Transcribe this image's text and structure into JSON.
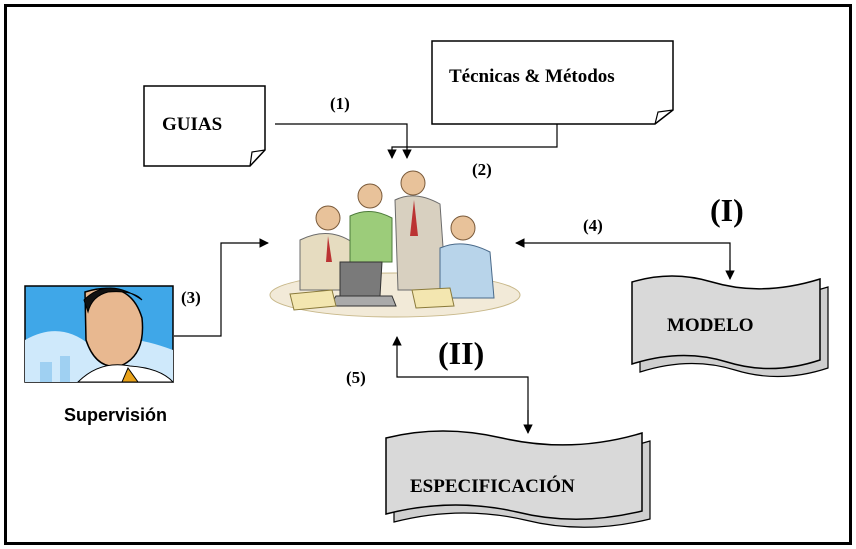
{
  "docs": {
    "guias": "GUIAS",
    "tecnicas": "Técnicas & Métodos"
  },
  "shapes": {
    "modelo": "MODELO",
    "especificacion": "ESPECIFICACIÓN"
  },
  "person": {
    "label": "Supervisión"
  },
  "steps": {
    "s1": "(1)",
    "s2": "(2)",
    "s3": "(3)",
    "s4": "(4)",
    "s5": "(5)"
  },
  "phases": {
    "p1": "(I)",
    "p2": "(II)"
  },
  "colors": {
    "banner_fill": "#d9d9d9",
    "sky": "#3fa7e8",
    "tie": "#e8a21a"
  }
}
